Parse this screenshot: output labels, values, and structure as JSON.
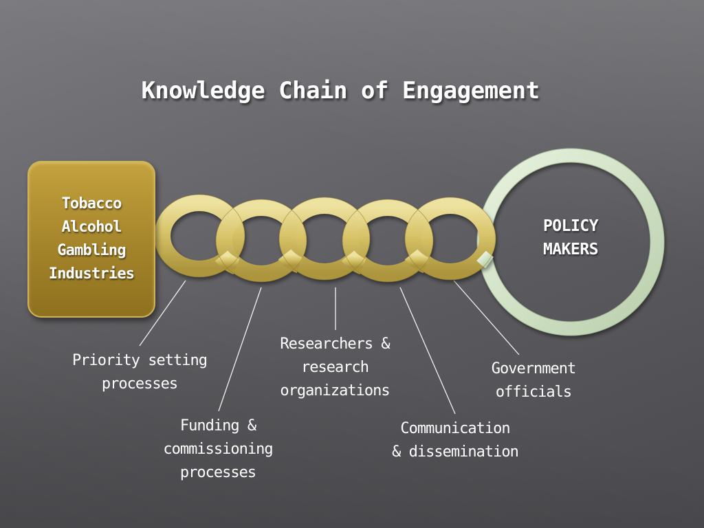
{
  "slide": {
    "title": "Knowledge Chain of Engagement"
  },
  "industries": {
    "lines": [
      "Tobacco",
      "Alcohol",
      "Gambling",
      "Industries"
    ]
  },
  "policy": {
    "lines": [
      "POLICY",
      "MAKERS"
    ]
  },
  "callouts": {
    "priority": [
      "Priority setting",
      "processes"
    ],
    "funding": [
      "Funding &",
      "commissioning",
      "processes"
    ],
    "research": [
      "Researchers &",
      "research",
      "organizations"
    ],
    "communication": [
      "Communication",
      "& dissemination"
    ],
    "government": [
      "Government",
      "officials"
    ]
  },
  "colors": {
    "background": "#626266",
    "chain_gold": "#d8c56a",
    "industry_box": "#a8872c",
    "policy_ring": "#d6e6cc",
    "text": "#ffffff"
  }
}
